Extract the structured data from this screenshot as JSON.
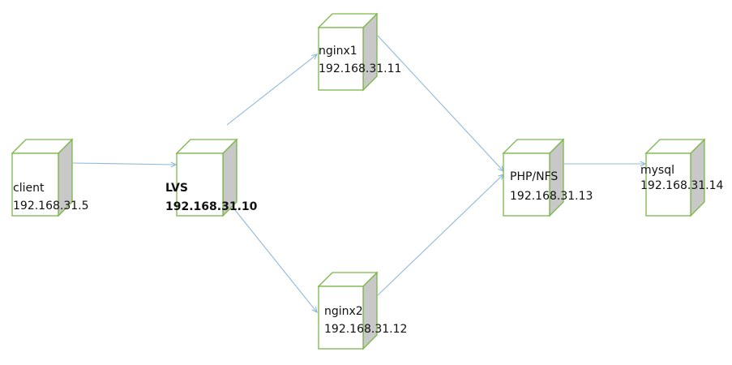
{
  "nodes": [
    {
      "id": "client",
      "name": "client",
      "ip": "192.168.31.5"
    },
    {
      "id": "lvs",
      "name": "LVS",
      "ip": "192.168.31.10"
    },
    {
      "id": "nginx1",
      "name": "nginx1",
      "ip": "192.168.31.11"
    },
    {
      "id": "nginx2",
      "name": "nginx2",
      "ip": "192.168.31.12"
    },
    {
      "id": "php",
      "name": "PHP/NFS",
      "ip": "192.168.31.13"
    },
    {
      "id": "mysql",
      "name": "mysql",
      "ip": "192.168.31.14"
    }
  ],
  "edges": [
    {
      "from": "client",
      "to": "lvs"
    },
    {
      "from": "lvs",
      "to": "nginx1"
    },
    {
      "from": "lvs",
      "to": "nginx2"
    },
    {
      "from": "nginx1",
      "to": "php"
    },
    {
      "from": "nginx2",
      "to": "php"
    },
    {
      "from": "php",
      "to": "mysql"
    }
  ],
  "colors": {
    "box_outline": "#7ab648",
    "box_side": "#c8c8c8",
    "connector": "#8fb8dc",
    "text": "#111111"
  }
}
